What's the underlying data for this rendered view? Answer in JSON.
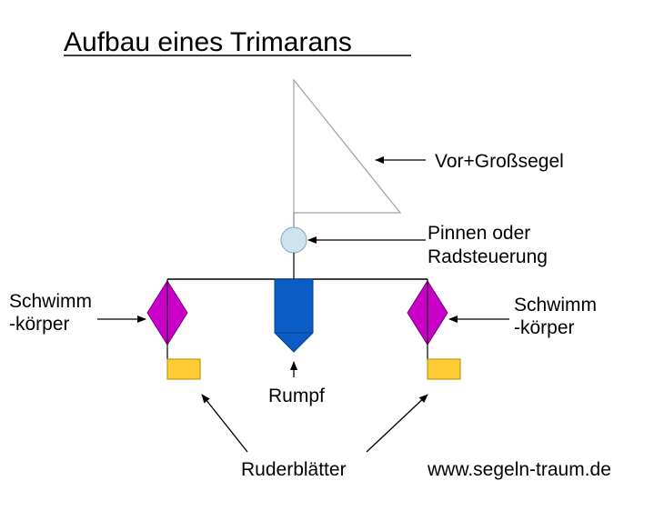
{
  "title": "Aufbau eines Trimarans",
  "labels": {
    "sail": "Vor+Großsegel",
    "steering_line1": "Pinnen oder",
    "steering_line2": "Radsteuerung",
    "float_left_line1": "Schwimm",
    "float_left_line2": "-körper",
    "float_right_line1": "Schwimm",
    "float_right_line2": "-körper",
    "hull": "Rumpf",
    "rudders": "Ruderblätter",
    "website": "www.segeln-traum.de"
  },
  "colors": {
    "hull": "#0b5cc4",
    "hull_dark": "#0a4ea8",
    "float": "#c800c8",
    "rudder": "#ffcc33",
    "steering": "#cfe3ef",
    "sail_stroke": "#a0a0a0",
    "line": "#000000"
  }
}
